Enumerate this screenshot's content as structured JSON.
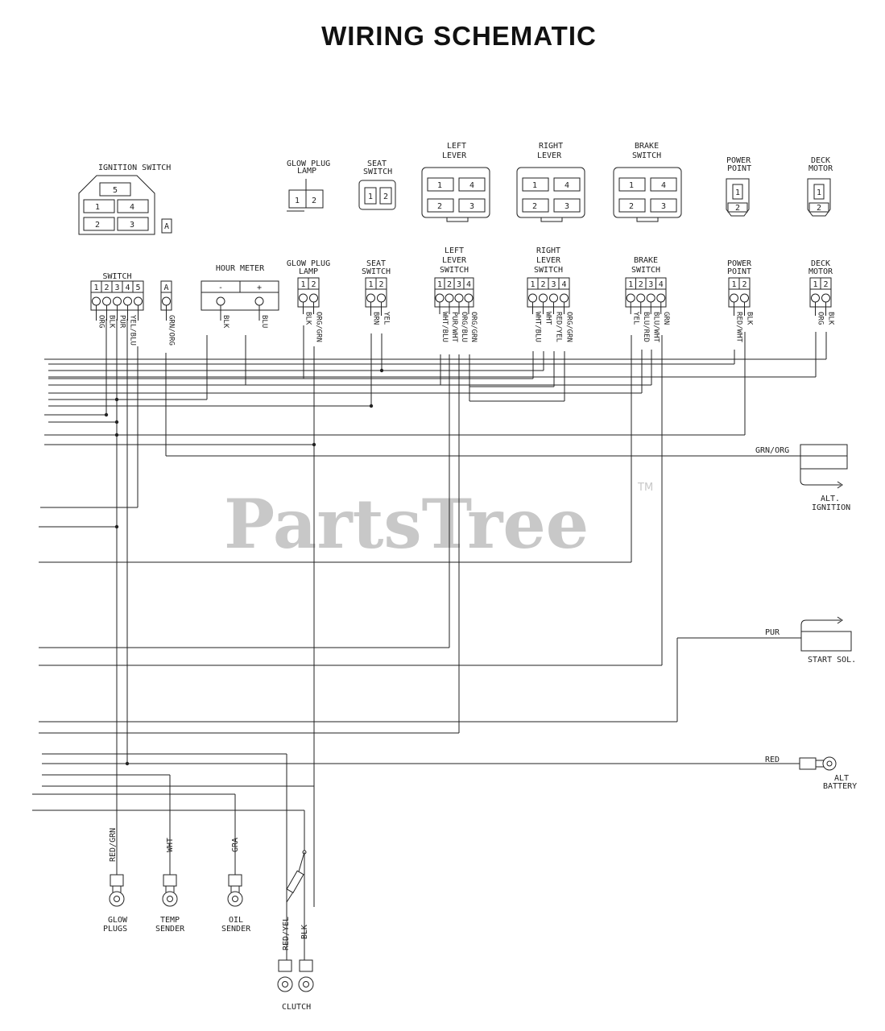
{
  "title": "WIRING SCHEMATIC",
  "watermark": {
    "text": "PartsTree",
    "tm": "TM"
  },
  "components_top": {
    "ignition_switch": {
      "label": "IGNITION SWITCH",
      "pins": [
        "5",
        "1",
        "4",
        "2",
        "3"
      ],
      "aux": "A"
    },
    "glow_plug_lamp": {
      "label1": "GLOW PLUG",
      "label2": "LAMP",
      "pins": [
        "1",
        "2"
      ]
    },
    "seat_switch": {
      "label1": "SEAT",
      "label2": "SWITCH",
      "pins": [
        "1",
        "2"
      ]
    },
    "left_lever": {
      "label1": "LEFT",
      "label2": "LEVER",
      "pins": [
        "1",
        "4",
        "2",
        "3"
      ]
    },
    "right_lever": {
      "label1": "RIGHT",
      "label2": "LEVER",
      "pins": [
        "1",
        "4",
        "2",
        "3"
      ]
    },
    "brake_switch": {
      "label1": "BRAKE",
      "label2": "SWITCH",
      "pins": [
        "1",
        "4",
        "2",
        "3"
      ]
    },
    "power_point": {
      "label1": "POWER",
      "label2": "POINT",
      "pins": [
        "1",
        "2"
      ]
    },
    "deck_motor": {
      "label1": "DECK",
      "label2": "MOTOR",
      "pins": [
        "1",
        "2"
      ]
    }
  },
  "connectors": [
    {
      "id": "switch",
      "label1": "SWITCH",
      "label2": "",
      "pins": [
        "1",
        "2",
        "3",
        "4",
        "5"
      ],
      "wires": [
        "ORG",
        "BLK",
        "PUR",
        "YEL/BLU"
      ]
    },
    {
      "id": "a",
      "label1": "",
      "label2": "",
      "pins": [
        "A"
      ],
      "wires": [
        "GRN/ORG"
      ]
    },
    {
      "id": "hour_meter",
      "label1": "HOUR METER",
      "label2": "",
      "pins": [
        "-",
        "+"
      ],
      "wires": [
        "BLK",
        "BLU"
      ]
    },
    {
      "id": "glow_plug_lamp",
      "label1": "GLOW PLUG",
      "label2": "LAMP",
      "pins": [
        "1",
        "2"
      ],
      "wires": [
        "BLK",
        "ORG/GRN"
      ]
    },
    {
      "id": "seat_switch",
      "label1": "SEAT",
      "label2": "SWITCH",
      "pins": [
        "1",
        "2"
      ],
      "wires": [
        "BRN",
        "YEL"
      ]
    },
    {
      "id": "left_lever_switch",
      "label1": "LEFT",
      "label2": "LEVER",
      "label3": "SWITCH",
      "pins": [
        "1",
        "2",
        "3",
        "4"
      ],
      "wires": [
        "WHT/BLU",
        "PUR/WHT",
        "ORG/BLU",
        "ORG/GRN"
      ]
    },
    {
      "id": "right_lever_switch",
      "label1": "RIGHT",
      "label2": "LEVER",
      "label3": "SWITCH",
      "pins": [
        "1",
        "2",
        "3",
        "4"
      ],
      "wires": [
        "WHT/BLU",
        "WHT",
        "RED/YEL",
        "ORG/GRN"
      ]
    },
    {
      "id": "brake_switch",
      "label1": "BRAKE",
      "label2": "SWITCH",
      "pins": [
        "1",
        "2",
        "3",
        "4"
      ],
      "wires": [
        "YEL",
        "BLU/RED",
        "BLU/WHT",
        "GRN"
      ]
    },
    {
      "id": "power_point",
      "label1": "POWER",
      "label2": "POINT",
      "pins": [
        "1",
        "2"
      ],
      "wires": [
        "RED/WHT",
        "BLK"
      ]
    },
    {
      "id": "deck_motor",
      "label1": "DECK",
      "label2": "MOTOR",
      "pins": [
        "1",
        "2"
      ],
      "wires": [
        "ORG",
        "BLK"
      ]
    }
  ],
  "right_side": {
    "alt_ignition": {
      "wire": "GRN/ORG",
      "label1": "ALT.",
      "label2": "IGNITION"
    },
    "start_sol": {
      "wire": "PUR",
      "label": "START SOL."
    },
    "alt_battery": {
      "wire": "RED",
      "label1": "ALT",
      "label2": "BATTERY"
    }
  },
  "bottom": {
    "glow_plugs": {
      "wire": "RED/GRN",
      "label1": "GLOW",
      "label2": "PLUGS"
    },
    "temp_sender": {
      "wire": "WHT",
      "label1": "TEMP",
      "label2": "SENDER"
    },
    "oil_sender": {
      "wire": "GRA",
      "label1": "OIL",
      "label2": "SENDER"
    },
    "clutch": {
      "wires": [
        "RED/YEL",
        "BLK"
      ],
      "label": "CLUTCH"
    }
  }
}
